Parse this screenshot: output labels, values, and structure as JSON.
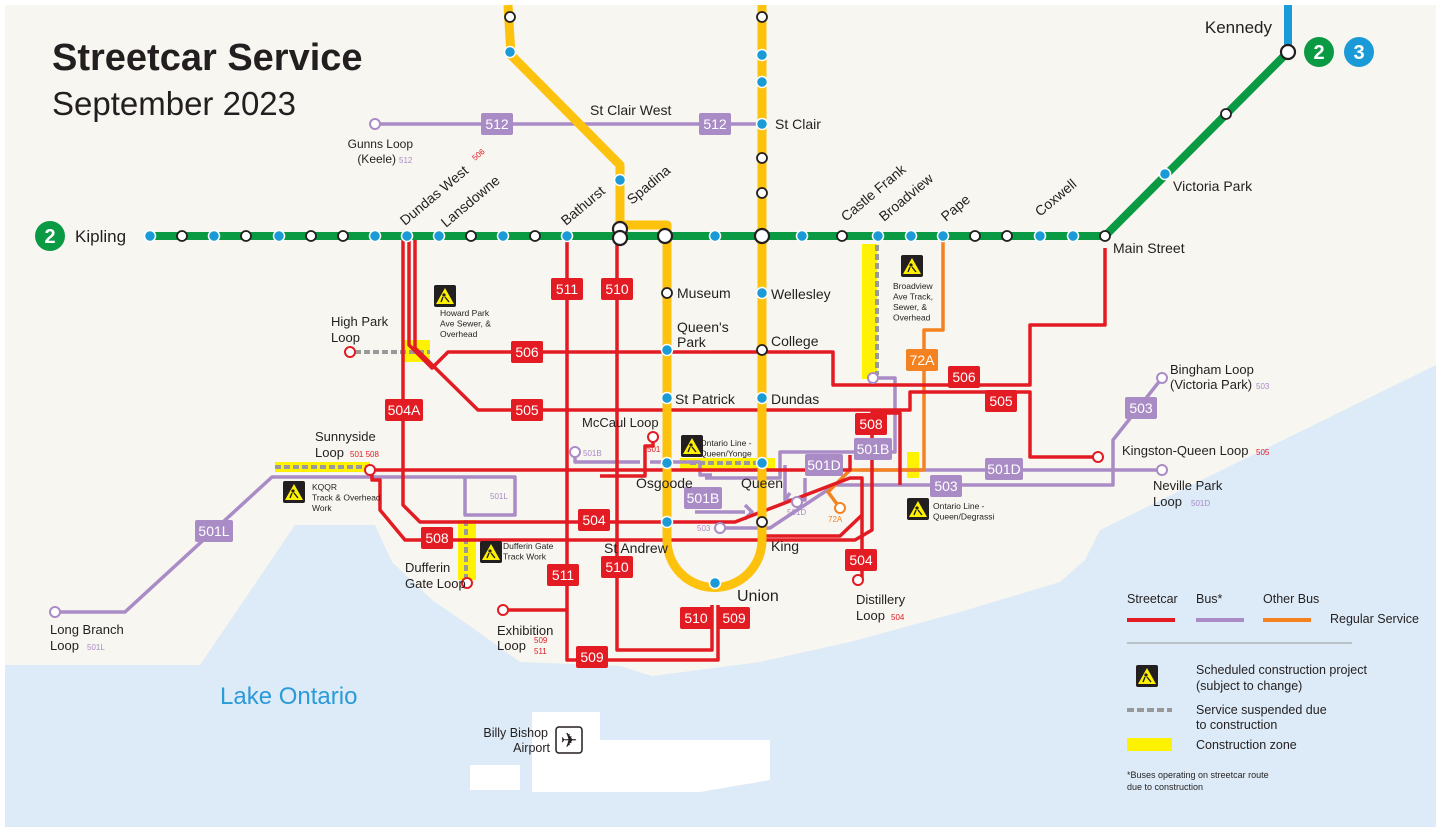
{
  "title": "Streetcar Service",
  "subtitle": "September 2023",
  "subway_lines": {
    "line2": "2",
    "line3": "3"
  },
  "stations": {
    "kennedy": "Kennedy",
    "kipling": "Kipling",
    "st_clair_west": "St Clair West",
    "st_clair": "St Clair",
    "dundas_west": "Dundas West",
    "lansdowne": "Lansdowne",
    "bathurst": "Bathurst",
    "spadina": "Spadina",
    "castle_frank": "Castle Frank",
    "broadview": "Broadview",
    "pape": "Pape",
    "coxwell": "Coxwell",
    "victoria_park": "Victoria Park",
    "main_street": "Main Street",
    "museum": "Museum",
    "wellesley": "Wellesley",
    "queens_park_1": "Queen's",
    "queens_park_2": "Park",
    "college": "College",
    "st_patrick": "St Patrick",
    "dundas": "Dundas",
    "osgoode": "Osgoode",
    "queen": "Queen",
    "st_andrew": "St Andrew",
    "king": "King",
    "union": "Union"
  },
  "loops": {
    "gunns_1": "Gunns Loop",
    "gunns_2": "(Keele)",
    "gunns_route": "512",
    "dundas_west_route": "506",
    "high_park_1": "High Park",
    "high_park_2": "Loop",
    "sunnyside_1": "Sunnyside",
    "sunnyside_2": "Loop",
    "sunnyside_routes": "501 508",
    "mccaul": "McCaul Loop",
    "mccaul_route": "501",
    "dufferin_1": "Dufferin",
    "dufferin_2": "Gate Loop",
    "exhibition_1": "Exhibition",
    "exhibition_2": "Loop",
    "exhibition_route_1": "509",
    "exhibition_route_2": "511",
    "long_branch_1": "Long Branch",
    "long_branch_2": "Loop",
    "long_branch_route": "501L",
    "distillery_1": "Distillery",
    "distillery_2": "Loop",
    "distillery_route": "504",
    "kingston_queen": "Kingston-Queen Loop",
    "kingston_queen_route": "505",
    "neville_1": "Neville Park",
    "neville_2": "Loop",
    "neville_route": "501D",
    "bingham_1": "Bingham Loop",
    "bingham_2": "(Victoria Park)",
    "bingham_route": "503"
  },
  "route_tags": {
    "t501b": "501B",
    "t501l": "501L",
    "t503": "503",
    "t501d": "501D",
    "t72a": "72A"
  },
  "badges": [
    "512",
    "512",
    "511",
    "510",
    "506",
    "505",
    "504A",
    "508",
    "504",
    "511",
    "510",
    "510",
    "509",
    "509",
    "504",
    "508",
    "501B",
    "501D",
    "501B",
    "72A",
    "506",
    "505",
    "503",
    "501D",
    "503",
    "501L"
  ],
  "construction": {
    "howard_park": [
      "Howard Park",
      "Ave Sewer, &",
      "Overhead"
    ],
    "queen_yonge": [
      "Ontario Line -",
      "Queen/Yonge"
    ],
    "broadview": [
      "Broadview",
      "Ave Track,",
      "Sewer, &",
      "Overhead"
    ],
    "kqqr": [
      "KQQR",
      "Track & Overhead",
      "Work"
    ],
    "dufferin_gate": [
      "Dufferin Gate",
      "Track Work"
    ],
    "queen_degrassi": [
      "Ontario Line -",
      "Queen/Degrassi"
    ]
  },
  "lake": "Lake Ontario",
  "airport": {
    "line1": "Billy Bishop",
    "line2": "Airport"
  },
  "legend": {
    "streetcar": "Streetcar",
    "bus": "Bus*",
    "other_bus": "Other Bus",
    "regular_service": "Regular Service",
    "construction_1": "Scheduled construction project",
    "construction_2": "(subject to change)",
    "suspended_1": "Service suspended due",
    "suspended_2": "to construction",
    "zone": "Construction zone",
    "footnote_1": "*Buses operating on streetcar route",
    "footnote_2": "due to construction"
  },
  "colors": {
    "streetcar": "#e31b23",
    "bus": "#a98bc6",
    "other_bus": "#f58220",
    "line1": "#fdc20e",
    "line2": "#0a9a44",
    "line3": "#1a9ad6",
    "land": "#f8f6f0",
    "water": "#dcebf7",
    "zone": "#fff200",
    "suspended": "#999999"
  }
}
